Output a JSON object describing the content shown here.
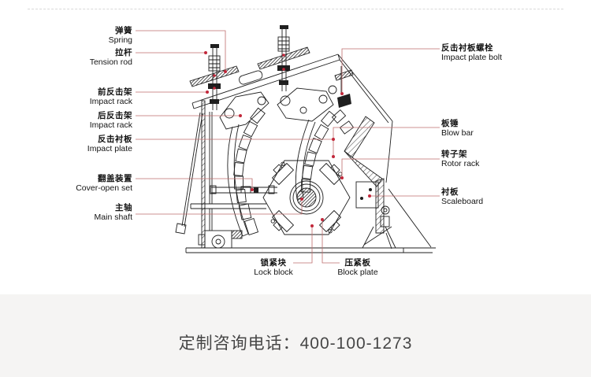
{
  "diagram": {
    "labels_left": [
      {
        "zh": "弹簧",
        "en": "Spring"
      },
      {
        "zh": "拉杆",
        "en": "Tension rod"
      },
      {
        "zh": "前反击架",
        "en": "Impact rack"
      },
      {
        "zh": "后反击架",
        "en": "Impact rack"
      },
      {
        "zh": "反击衬板",
        "en": "Impact plate"
      },
      {
        "zh": "翻盖装置",
        "en": "Cover-open set"
      },
      {
        "zh": "主轴",
        "en": "Main shaft"
      }
    ],
    "labels_right": [
      {
        "zh": "反击衬板螺栓",
        "en": "Impact plate bolt"
      },
      {
        "zh": "板锤",
        "en": "Blow bar"
      },
      {
        "zh": "转子架",
        "en": "Rotor rack"
      },
      {
        "zh": "衬板",
        "en": "Scaleboard"
      }
    ],
    "labels_bottom": [
      {
        "zh": "锁紧块",
        "en": "Lock block"
      },
      {
        "zh": "压紧板",
        "en": "Block plate"
      }
    ]
  },
  "footer": {
    "text": "定制咨询电话：400-100-1273"
  },
  "colors": {
    "leader_line": "#bf6d6d",
    "leader_dot": "#c2273a",
    "line_art": "#1f1f1f",
    "label_text": "#141414",
    "footer_bg": "#f5f4f3",
    "footer_text": "#464646",
    "dashed_rule": "#d9d9d9"
  }
}
